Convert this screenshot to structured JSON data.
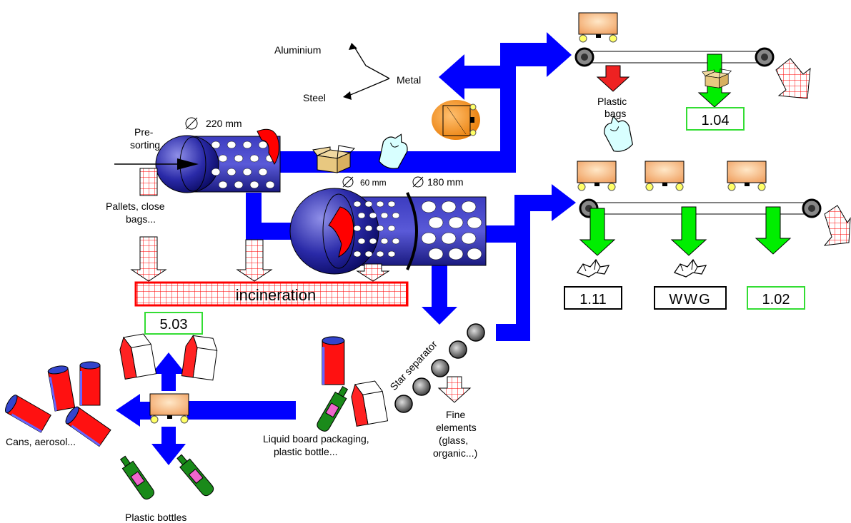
{
  "labels": {
    "aluminium": "Aluminium",
    "steel": "Steel",
    "metal": "Metal",
    "trommel1_diameter": "220 mm",
    "presorting_line1": "Pre-",
    "presorting_line2": "sorting",
    "pallets_line1": "Pallets, close",
    "pallets_line2": "bags...",
    "trommel2_diameter_small": "60 mm",
    "trommel2_diameter_large": "180 mm",
    "incineration": "incineration",
    "plastic_bags_line1": "Plastic",
    "plastic_bags_line2": "bags",
    "star_separator": "Star separator",
    "fine_line1": "Fine",
    "fine_line2": "elements",
    "fine_line3": "(glass,",
    "fine_line4": "organic...)",
    "liquid_line1": "Liquid board packaging,",
    "liquid_line2": "plastic bottle...",
    "cans": "Cans, aerosol...",
    "plastic_bottles": "Plastic bottles"
  },
  "codes": {
    "plastic_film": "1.04",
    "paper_1": "1.11",
    "paper_wwg": "WWG",
    "paper_2": "1.02",
    "incineration_code": "5.03"
  },
  "colors": {
    "flow_arrow": "#0000ff",
    "sorted_arrow": "#00ee00",
    "reject_arrow": "#ee2222",
    "code_box_green": "#33dd33",
    "code_box_black": "#000000",
    "trommel": "#2a2aa8",
    "incineration_grid": "#ff0000"
  },
  "icons": {
    "conveyor": "conveyor-belt-icon",
    "cart": "cart-icon",
    "magnet": "magnet-icon",
    "box": "cardboard-box-icon",
    "bag": "plastic-bag-icon",
    "can": "can-icon",
    "carton": "milk-carton-icon",
    "bottle": "bottle-icon",
    "paper": "crumpled-paper-icon"
  }
}
